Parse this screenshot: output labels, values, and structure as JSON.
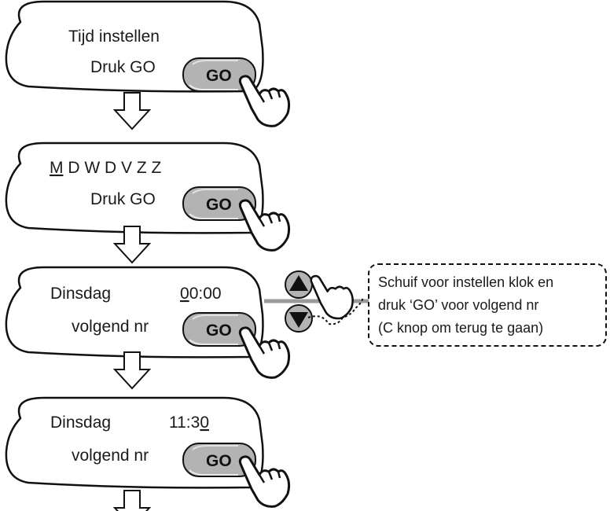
{
  "screens": [
    {
      "line1": "Tijd instellen",
      "line2": "Druk GO",
      "button": "GO"
    },
    {
      "line1_prefix": "",
      "line1_underlined": "M",
      "line1_rest": " D W D V Z Z",
      "line2": "Druk GO",
      "button": "GO"
    },
    {
      "day": "Dinsdag",
      "time_prefix": "",
      "time_underlined": "0",
      "time_rest": "0:00",
      "line2": "volgend nr",
      "button": "GO"
    },
    {
      "day": "Dinsdag",
      "time_prefix": "11:3",
      "time_underlined": "0",
      "time_rest": "",
      "line2": "volgend nr",
      "button": "GO"
    }
  ],
  "callout": {
    "lines": [
      "Schuif voor instellen klok en",
      "druk ‘GO’ voor volgend nr",
      "(C knop om terug te gaan)"
    ]
  },
  "colors": {
    "button_fill": "#b3b3b3",
    "connector_gray": "#9a9a9a",
    "outline": "#111111"
  }
}
